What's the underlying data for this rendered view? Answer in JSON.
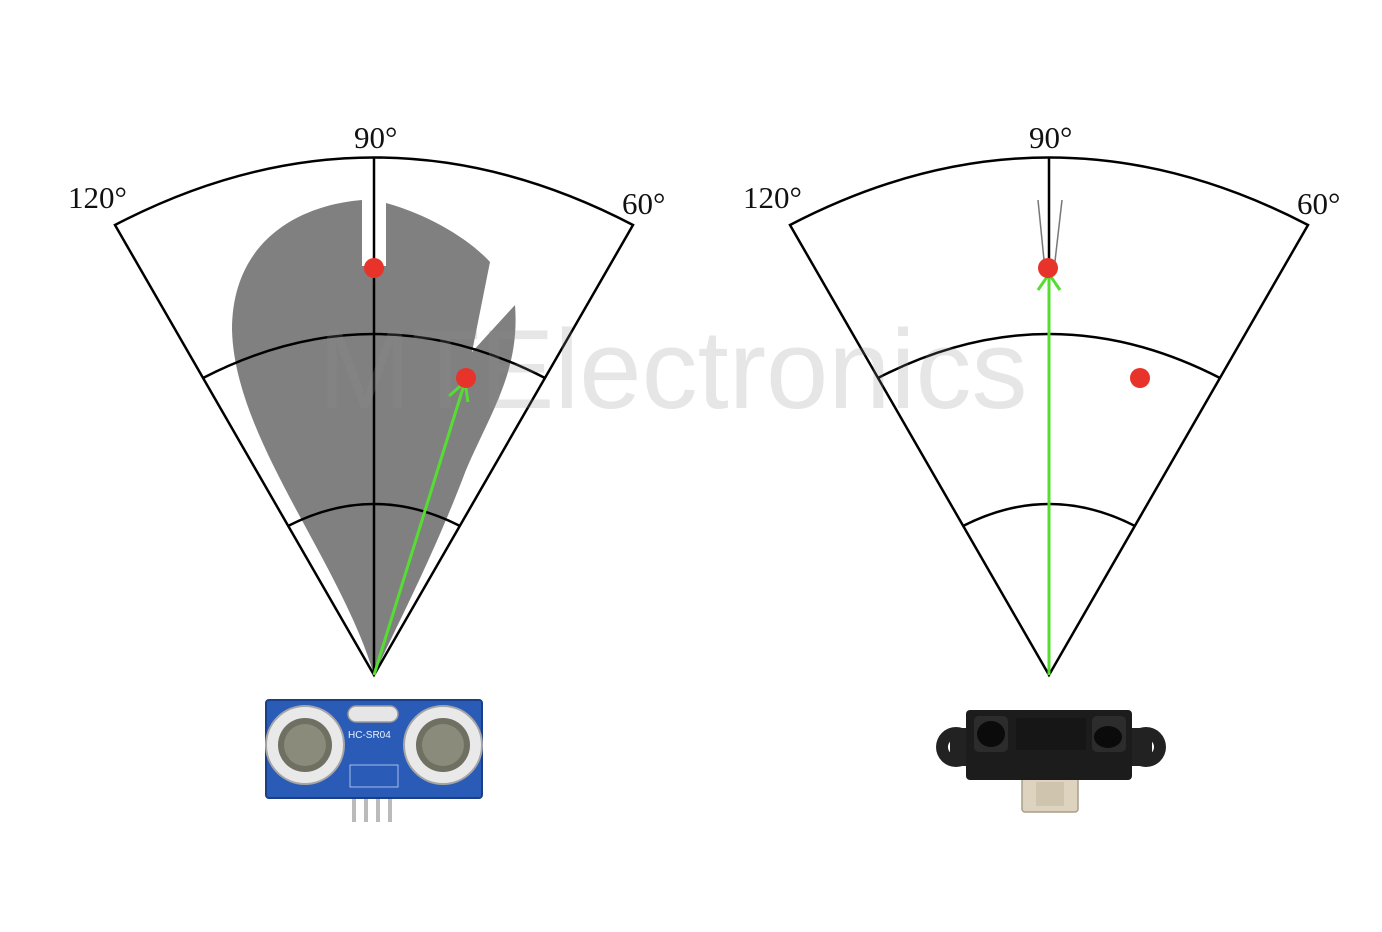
{
  "watermark": {
    "text": "MTElectronics"
  },
  "left_diagram": {
    "angle_labels": {
      "left": "120°",
      "top": "90°",
      "right": "60°"
    },
    "sensor": {
      "model_label": "HC-SR04"
    }
  },
  "right_diagram": {
    "angle_labels": {
      "left": "120°",
      "top": "90°",
      "right": "60°"
    }
  },
  "colors": {
    "beam": "#808080",
    "target": "#e8332a",
    "ray": "#55dd33",
    "grid": "#000000",
    "pcb": "#2a5bb7"
  },
  "icons": {
    "left_sensor": "ultrasonic-sensor-icon",
    "right_sensor": "ir-distance-sensor-icon"
  }
}
